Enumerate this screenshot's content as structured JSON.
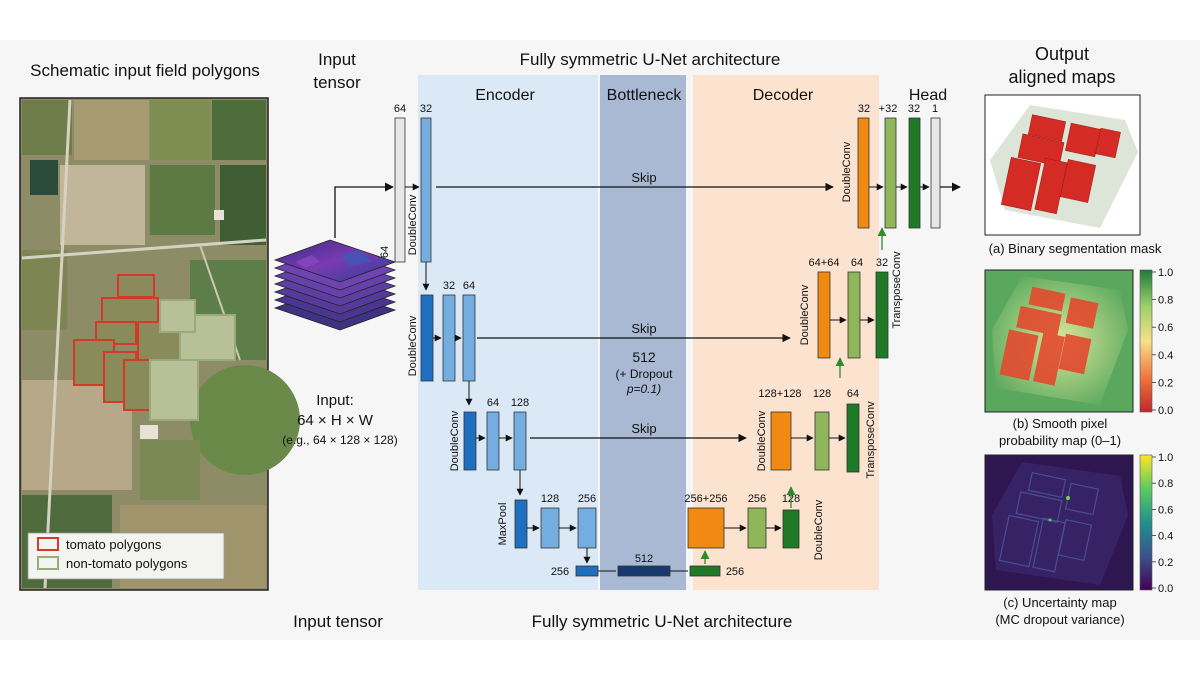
{
  "left_panel": {
    "title": "Schematic input field polygons",
    "legend": {
      "tomato": "tomato polygons",
      "non_tomato": "non-tomato polygons",
      "tomato_color": "#d23a2a",
      "non_tomato_color": "#9aaa78"
    }
  },
  "input": {
    "title_line1": "Input",
    "title_line2": "tensor",
    "label_line1": "Input:",
    "label_line2": "64 × H × W",
    "label_line3": "(e.g., 64 × 128 × 128)",
    "bottom_caption": "Input tensor"
  },
  "architecture": {
    "title": "Fully symmetric U-Net architecture",
    "bottom_caption": "Fully symmetric U-Net architecture",
    "sections": {
      "encoder": "Encoder",
      "bottleneck": "Bottleneck",
      "decoder": "Decoder",
      "head": "Head"
    },
    "skip_label": "Skip",
    "doubleconv": "DoubleConv",
    "maxpool": "MaxPool",
    "transposeconv": "TransposeConv",
    "bottleneck_info": {
      "line1": "512",
      "line2": "(+ Dropout",
      "line3": "p=0.1)"
    },
    "level1_enc": {
      "in_ch": "64",
      "in_ch_side": "64",
      "out_ch": "32"
    },
    "level2_enc": {
      "a": "32",
      "b": "64"
    },
    "level3_enc": {
      "a": "64",
      "b": "128"
    },
    "level4_enc": {
      "a": "128",
      "b": "256"
    },
    "bottom_row": {
      "left": "256",
      "middle": "512",
      "right": "256"
    },
    "level4_dec": {
      "a": "256+256",
      "b": "256",
      "c": "128"
    },
    "level3_dec": {
      "a": "128+128",
      "b": "128",
      "c": "64"
    },
    "level2_dec": {
      "a": "64+64",
      "b": "64",
      "c": "32"
    },
    "level1_dec": {
      "a": "32",
      "plus": "+32",
      "b": "32",
      "c": "1"
    },
    "colors": {
      "encoder_bg": "#dbe9f6",
      "bottleneck_bg": "#a9b9d4",
      "decoder_bg": "#fbe3d0",
      "enc_dark": "#1f6fc0",
      "enc_light": "#74aee0",
      "dec_orange": "#f08a12",
      "dec_lightgreen": "#8fb65a",
      "dec_darkgreen": "#1f7a28",
      "bottleneck_bar": "#173a6e",
      "input_gray": "#e6e6e6"
    }
  },
  "outputs": {
    "title_line1": "Output",
    "title_line2": "aligned maps",
    "a_caption": "(a) Binary segmentation mask",
    "b_caption_line1": "(b) Smooth pixel",
    "b_caption_line2": "probability map (0–1)",
    "c_caption_line1": "(c) Uncertainty map",
    "c_caption_line2": "(MC dropout variance)",
    "colorbar_b_ticks": [
      "1.0",
      "0.8",
      "0.6",
      "0.4",
      "0.2",
      "0.0"
    ],
    "colorbar_c_ticks": [
      "1.0",
      "0.8",
      "0.6",
      "0.4",
      "0.2",
      "0.0"
    ]
  }
}
